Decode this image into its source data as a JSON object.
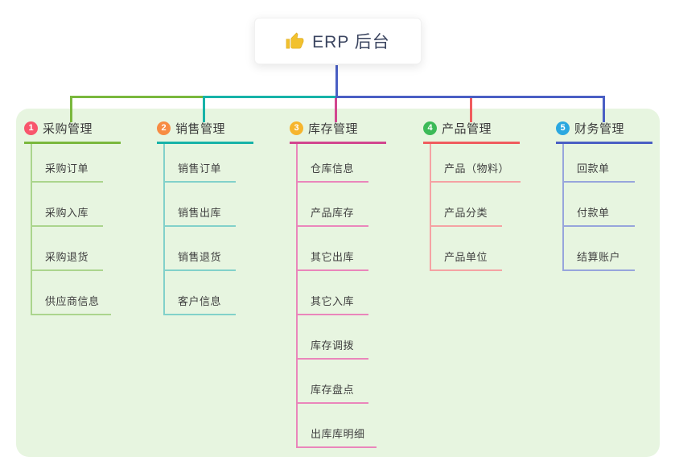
{
  "root": {
    "label": "ERP 后台",
    "icon": "thumbs-up-icon",
    "icon_color": "#f2c12e",
    "text_color": "#3b4560",
    "line_color": "#4a5fc4"
  },
  "panel": {
    "bg_color": "#e7f5e0"
  },
  "branches": [
    {
      "index": "1",
      "label": "采购管理",
      "badge_color": "#f8566c",
      "line_color": "#7ab83d",
      "child_line_color": "#abd58d",
      "children": [
        "采购订单",
        "采购入库",
        "采购退货",
        "供应商信息"
      ]
    },
    {
      "index": "2",
      "label": "销售管理",
      "badge_color": "#f78c43",
      "line_color": "#17b3a8",
      "child_line_color": "#82d1ca",
      "children": [
        "销售订单",
        "销售出库",
        "销售退货",
        "客户信息"
      ]
    },
    {
      "index": "3",
      "label": "库存管理",
      "badge_color": "#f6b52d",
      "line_color": "#d2468f",
      "child_line_color": "#ea86bb",
      "children": [
        "仓库信息",
        "产品库存",
        "其它出库",
        "其它入库",
        "库存调拨",
        "库存盘点",
        "出库库明细"
      ]
    },
    {
      "index": "4",
      "label": "产品管理",
      "badge_color": "#3cba58",
      "line_color": "#f05c5e",
      "child_line_color": "#f5a2a3",
      "children": [
        "产品（物料）",
        "产品分类",
        "产品单位"
      ]
    },
    {
      "index": "5",
      "label": "财务管理",
      "badge_color": "#2ba8e0",
      "line_color": "#4a5fc4",
      "child_line_color": "#97a5dc",
      "children": [
        "回款单",
        "付款单",
        "结算账户"
      ]
    }
  ]
}
